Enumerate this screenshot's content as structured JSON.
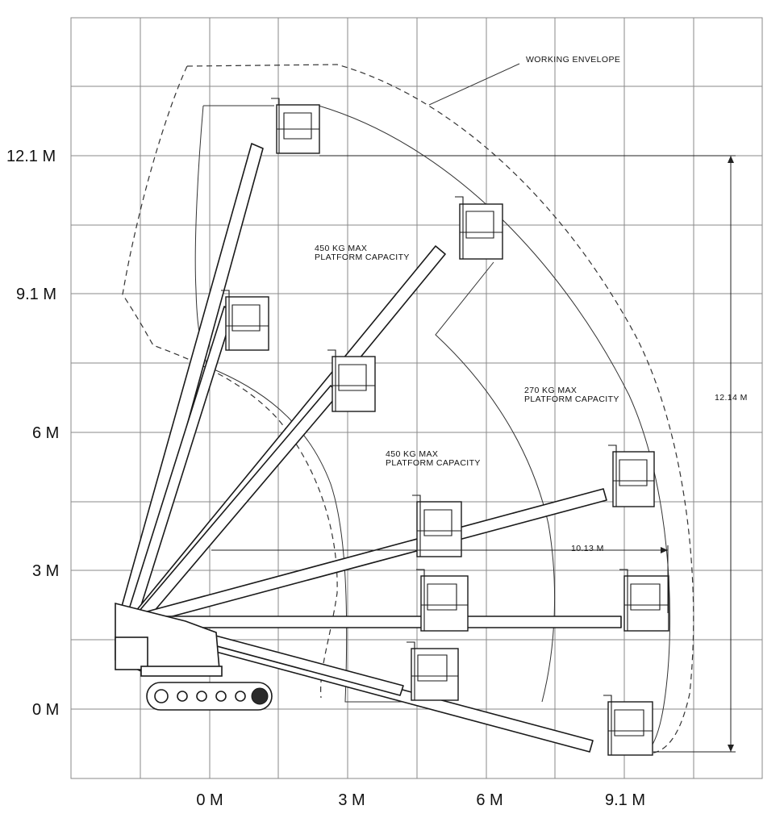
{
  "axes": {
    "y_labels": [
      "12.1 M",
      "9.1 M",
      "6 M",
      "3 M",
      "0 M"
    ],
    "x_labels": [
      "0 M",
      "3 M",
      "6 M",
      "9.1 M"
    ]
  },
  "annotations": {
    "working_envelope": "WORKING ENVELOPE",
    "zone_upper": [
      "450 KG  MAX",
      "PLATFORM CAPACITY"
    ],
    "zone_outer": [
      "270 KG MAX",
      "PLATFORM CAPACITY"
    ],
    "zone_lower": [
      "450 KG MAX",
      "PLATFORM CAPACITY"
    ]
  },
  "dimensions": {
    "max_height": "12.14 M",
    "max_outreach": "10.13 M"
  }
}
